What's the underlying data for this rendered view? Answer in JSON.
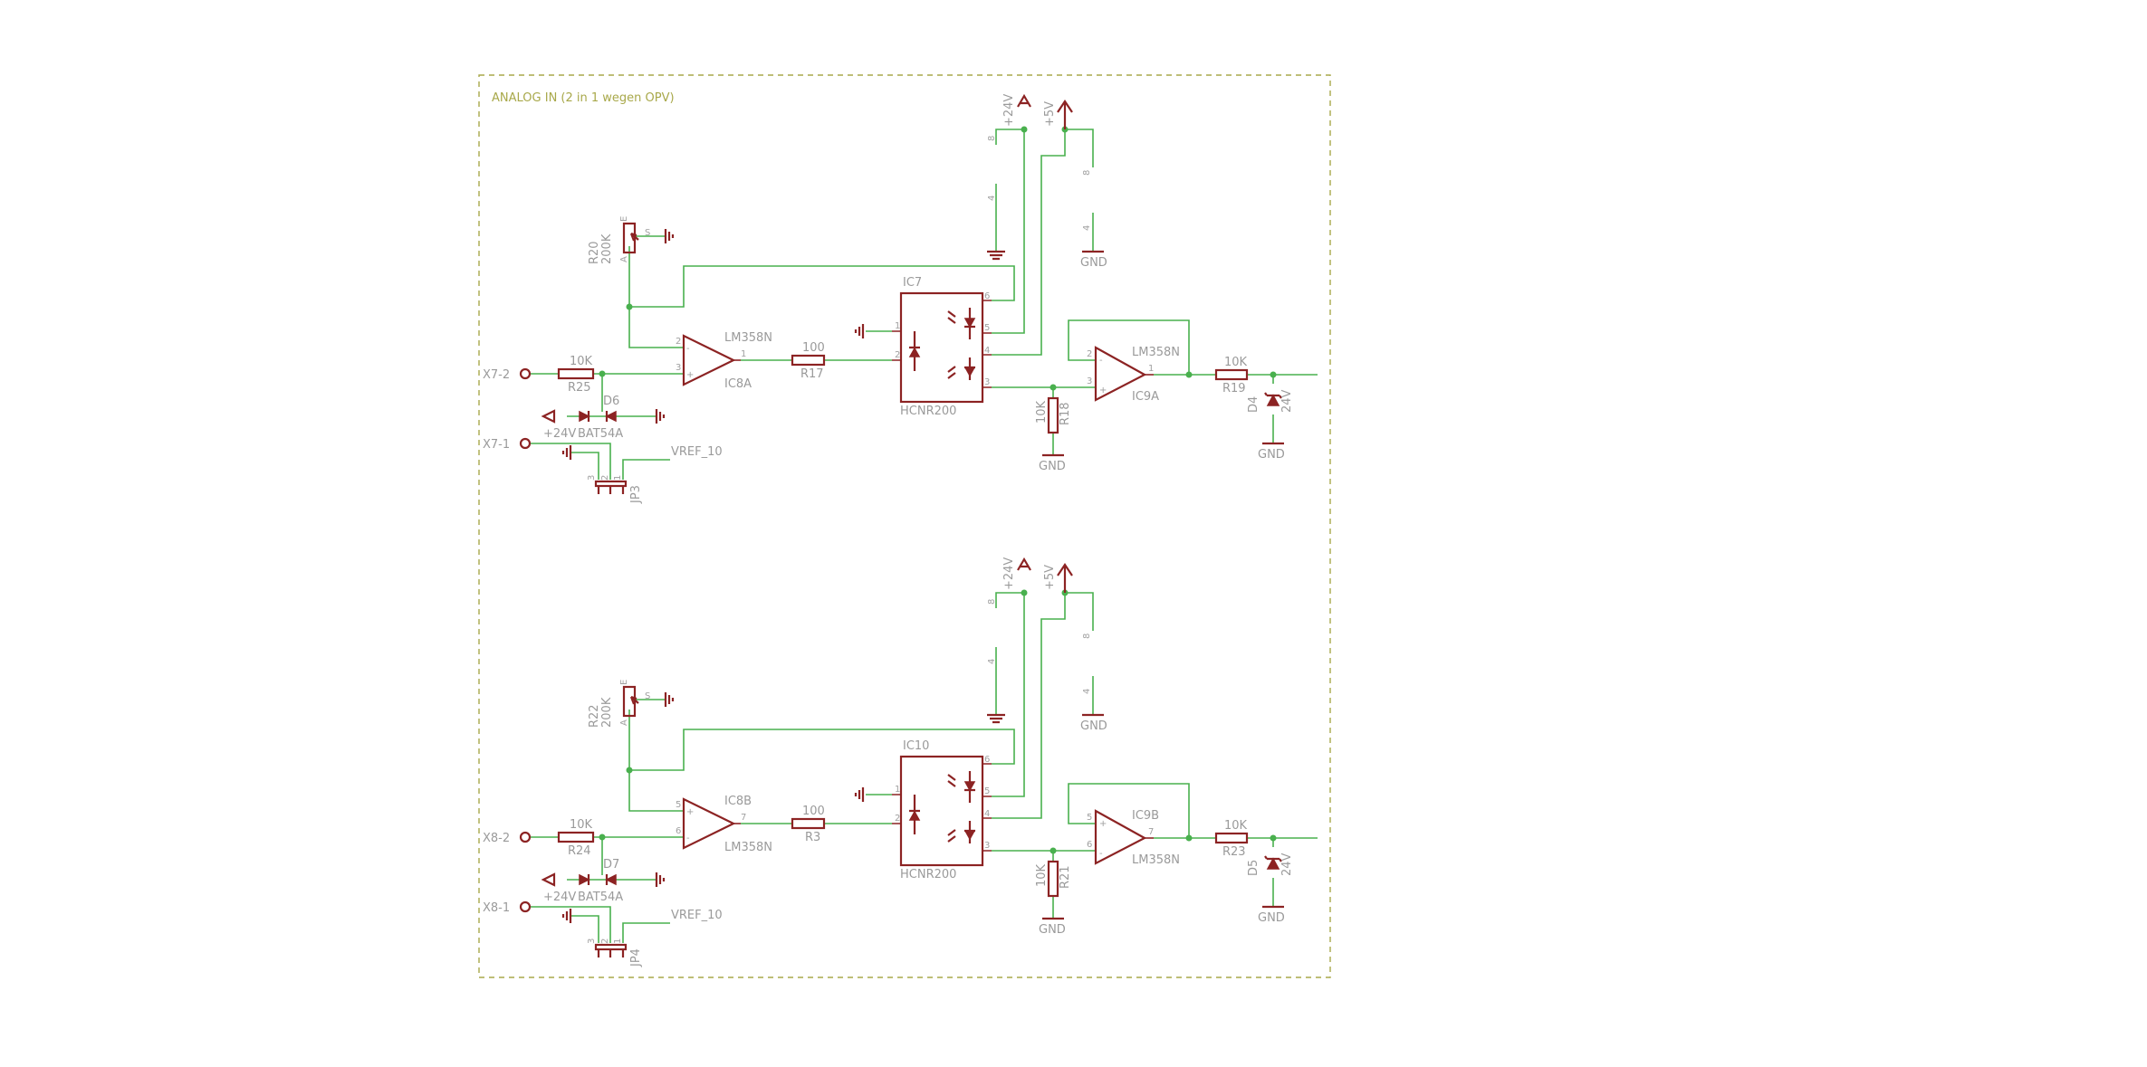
{
  "frame_title": "ANALOG IN (2 in 1 wegen OPV)",
  "channels": [
    {
      "input_pos": "X7-2",
      "input_ref": "X7-1",
      "pot_name": "R20",
      "pot_value": "200K",
      "pot_pin_e": "E",
      "pot_pin_a": "A",
      "pot_pin_s": "S",
      "r_in_value": "10K",
      "r_in_name": "R25",
      "diode_name": "D6",
      "diode_supply": "+24V",
      "diode_part": "BAT54A",
      "jumper_name": "JP3",
      "jumper_pins": [
        "3",
        "2",
        "1"
      ],
      "vref": "VREF_10",
      "opamp_in_name": "IC8A",
      "opamp_in_part": "LM358N",
      "opamp_in_pins": [
        "2",
        "3",
        "1"
      ],
      "opamp_in_signs": [
        "-",
        "+"
      ],
      "r_mid_value": "100",
      "r_mid_name": "R17",
      "opto_name": "IC7",
      "opto_part": "HCNR200",
      "opto_pins": [
        "1",
        "2",
        "6",
        "5",
        "4",
        "3"
      ],
      "supply_24": "+24V",
      "supply_5": "+5V",
      "pin8": "8",
      "pin4": "4",
      "gnd": "GND",
      "r_load_value": "10K",
      "r_load_name": "R18",
      "opamp_out_name": "IC9A",
      "opamp_out_part": "LM358N",
      "opamp_out_pins": [
        "2",
        "3",
        "1"
      ],
      "opamp_out_signs": [
        "-",
        "+"
      ],
      "r_out_value": "10K",
      "r_out_name": "R19",
      "zener_name": "D4",
      "zener_value": "24V"
    },
    {
      "input_pos": "X8-2",
      "input_ref": "X8-1",
      "pot_name": "R22",
      "pot_value": "200K",
      "pot_pin_e": "E",
      "pot_pin_a": "A",
      "pot_pin_s": "S",
      "r_in_value": "10K",
      "r_in_name": "R24",
      "diode_name": "D7",
      "diode_supply": "+24V",
      "diode_part": "BAT54A",
      "jumper_name": "JP4",
      "jumper_pins": [
        "3",
        "2",
        "1"
      ],
      "vref": "VREF_10",
      "opamp_in_name": "IC8B",
      "opamp_in_part": "LM358N",
      "opamp_in_pins": [
        "5",
        "6",
        "7"
      ],
      "opamp_in_signs": [
        "+",
        "-"
      ],
      "r_mid_value": "100",
      "r_mid_name": "R3",
      "opto_name": "IC10",
      "opto_part": "HCNR200",
      "opto_pins": [
        "1",
        "2",
        "6",
        "5",
        "4",
        "3"
      ],
      "supply_24": "+24V",
      "supply_5": "+5V",
      "pin8": "8",
      "pin4": "4",
      "gnd": "GND",
      "r_load_value": "10K",
      "r_load_name": "R21",
      "opamp_out_name": "IC9B",
      "opamp_out_part": "LM358N",
      "opamp_out_pins": [
        "5",
        "6",
        "7"
      ],
      "opamp_out_signs": [
        "+",
        "-"
      ],
      "r_out_value": "10K",
      "r_out_name": "R23",
      "zener_name": "D5",
      "zener_value": "24V"
    }
  ],
  "colors": {
    "wire": "#49b04e",
    "part": "#8c2323",
    "label": "#9a9a9a",
    "frame": "#a8a84a"
  }
}
